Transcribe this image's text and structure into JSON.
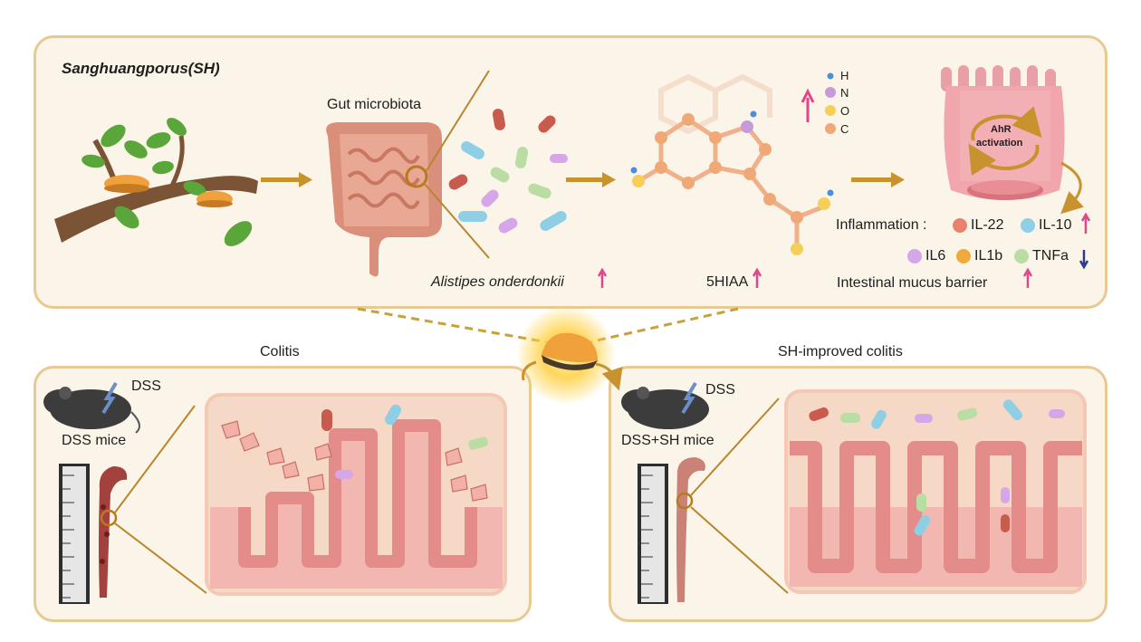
{
  "top": {
    "title": "Sanghuangporus(SH)",
    "gut_label": "Gut microbiota",
    "bacteria_label": "Alistipes onderdonkii",
    "metabolite_label": "5HIAA",
    "legend": [
      "H",
      "N",
      "O",
      "C"
    ],
    "ahr_line1": "AhR",
    "ahr_line2": "activation",
    "inflammation_label": "Inflammation :",
    "cytokines_up": [
      "IL-22",
      "IL-10"
    ],
    "cytokines_down": [
      "IL6",
      "IL1b",
      "TNFa"
    ],
    "barrier_label": "Intestinal mucus barrier"
  },
  "left": {
    "title": "Colitis",
    "dss_label": "DSS",
    "mice_label": "DSS mice"
  },
  "right": {
    "title": "SH-improved colitis",
    "dss_label": "DSS",
    "mice_label": "DSS+SH mice"
  },
  "colors": {
    "panel_border": "#e9c992",
    "panel_fill": "#fbf4e8",
    "arrow": "#c8922e",
    "up_arrow": "#e0468a",
    "down_arrow": "#2d3a8c",
    "il22": "#e8826e",
    "il10": "#8ecfe6",
    "il6": "#d6a7e8",
    "il1b": "#f2a93b",
    "tnfa": "#b9dda3"
  }
}
